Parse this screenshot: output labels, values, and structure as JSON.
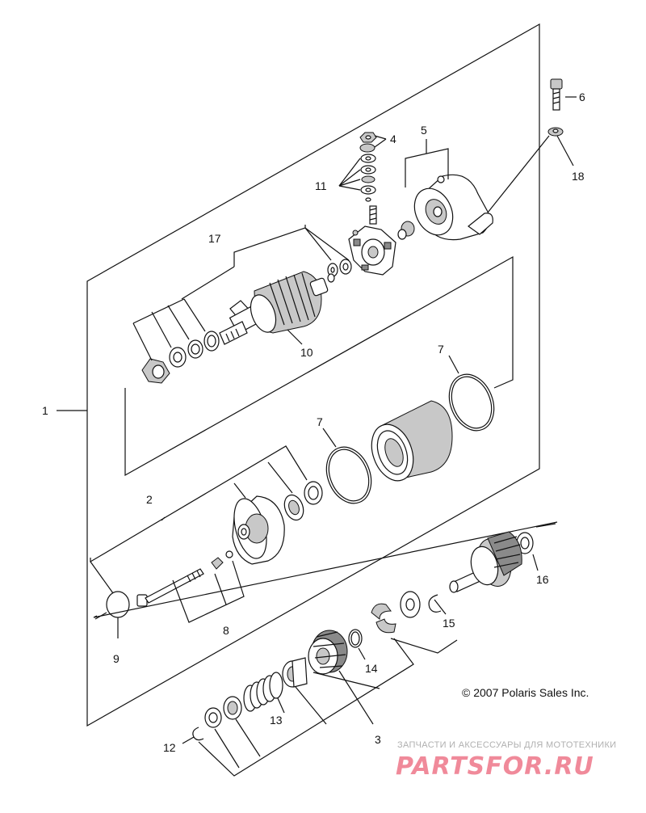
{
  "labels": {
    "p1": "1",
    "p2": "2",
    "p3": "3",
    "p4": "4",
    "p5": "5",
    "p6": "6",
    "p7a": "7",
    "p7b": "7",
    "p8": "8",
    "p9": "9",
    "p10": "10",
    "p11": "11",
    "p12": "12",
    "p13": "13",
    "p14": "14",
    "p15": "15",
    "p16": "16",
    "p17": "17",
    "p18": "18"
  },
  "copyright": "© 2007 Polaris Sales Inc.",
  "watermark": {
    "tagline": "ЗАПЧАСТИ И АКСЕССУАРЫ ДЛЯ МОТОТЕХНИКИ",
    "brand": "PARTSFOR.RU",
    "color": "#f08a9a"
  }
}
